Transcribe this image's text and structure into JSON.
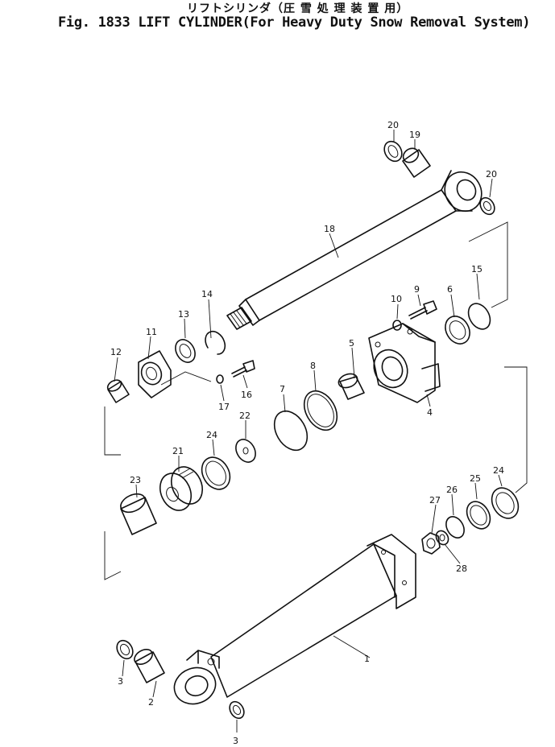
{
  "header": {
    "title_jp": "リフトシリンダ（圧 雪 処 理 装 置 用）",
    "title_main": "Fig. 1833 LIFT CYLINDER(For Heavy Duty Snow Removal System)"
  },
  "callouts": [
    "1",
    "2",
    "3",
    "3",
    "4",
    "5",
    "6",
    "7",
    "8",
    "9",
    "10",
    "11",
    "12",
    "13",
    "14",
    "15",
    "16",
    "17",
    "18",
    "19",
    "20",
    "20",
    "21",
    "22",
    "23",
    "24",
    "24",
    "25",
    "26",
    "27",
    "28"
  ]
}
